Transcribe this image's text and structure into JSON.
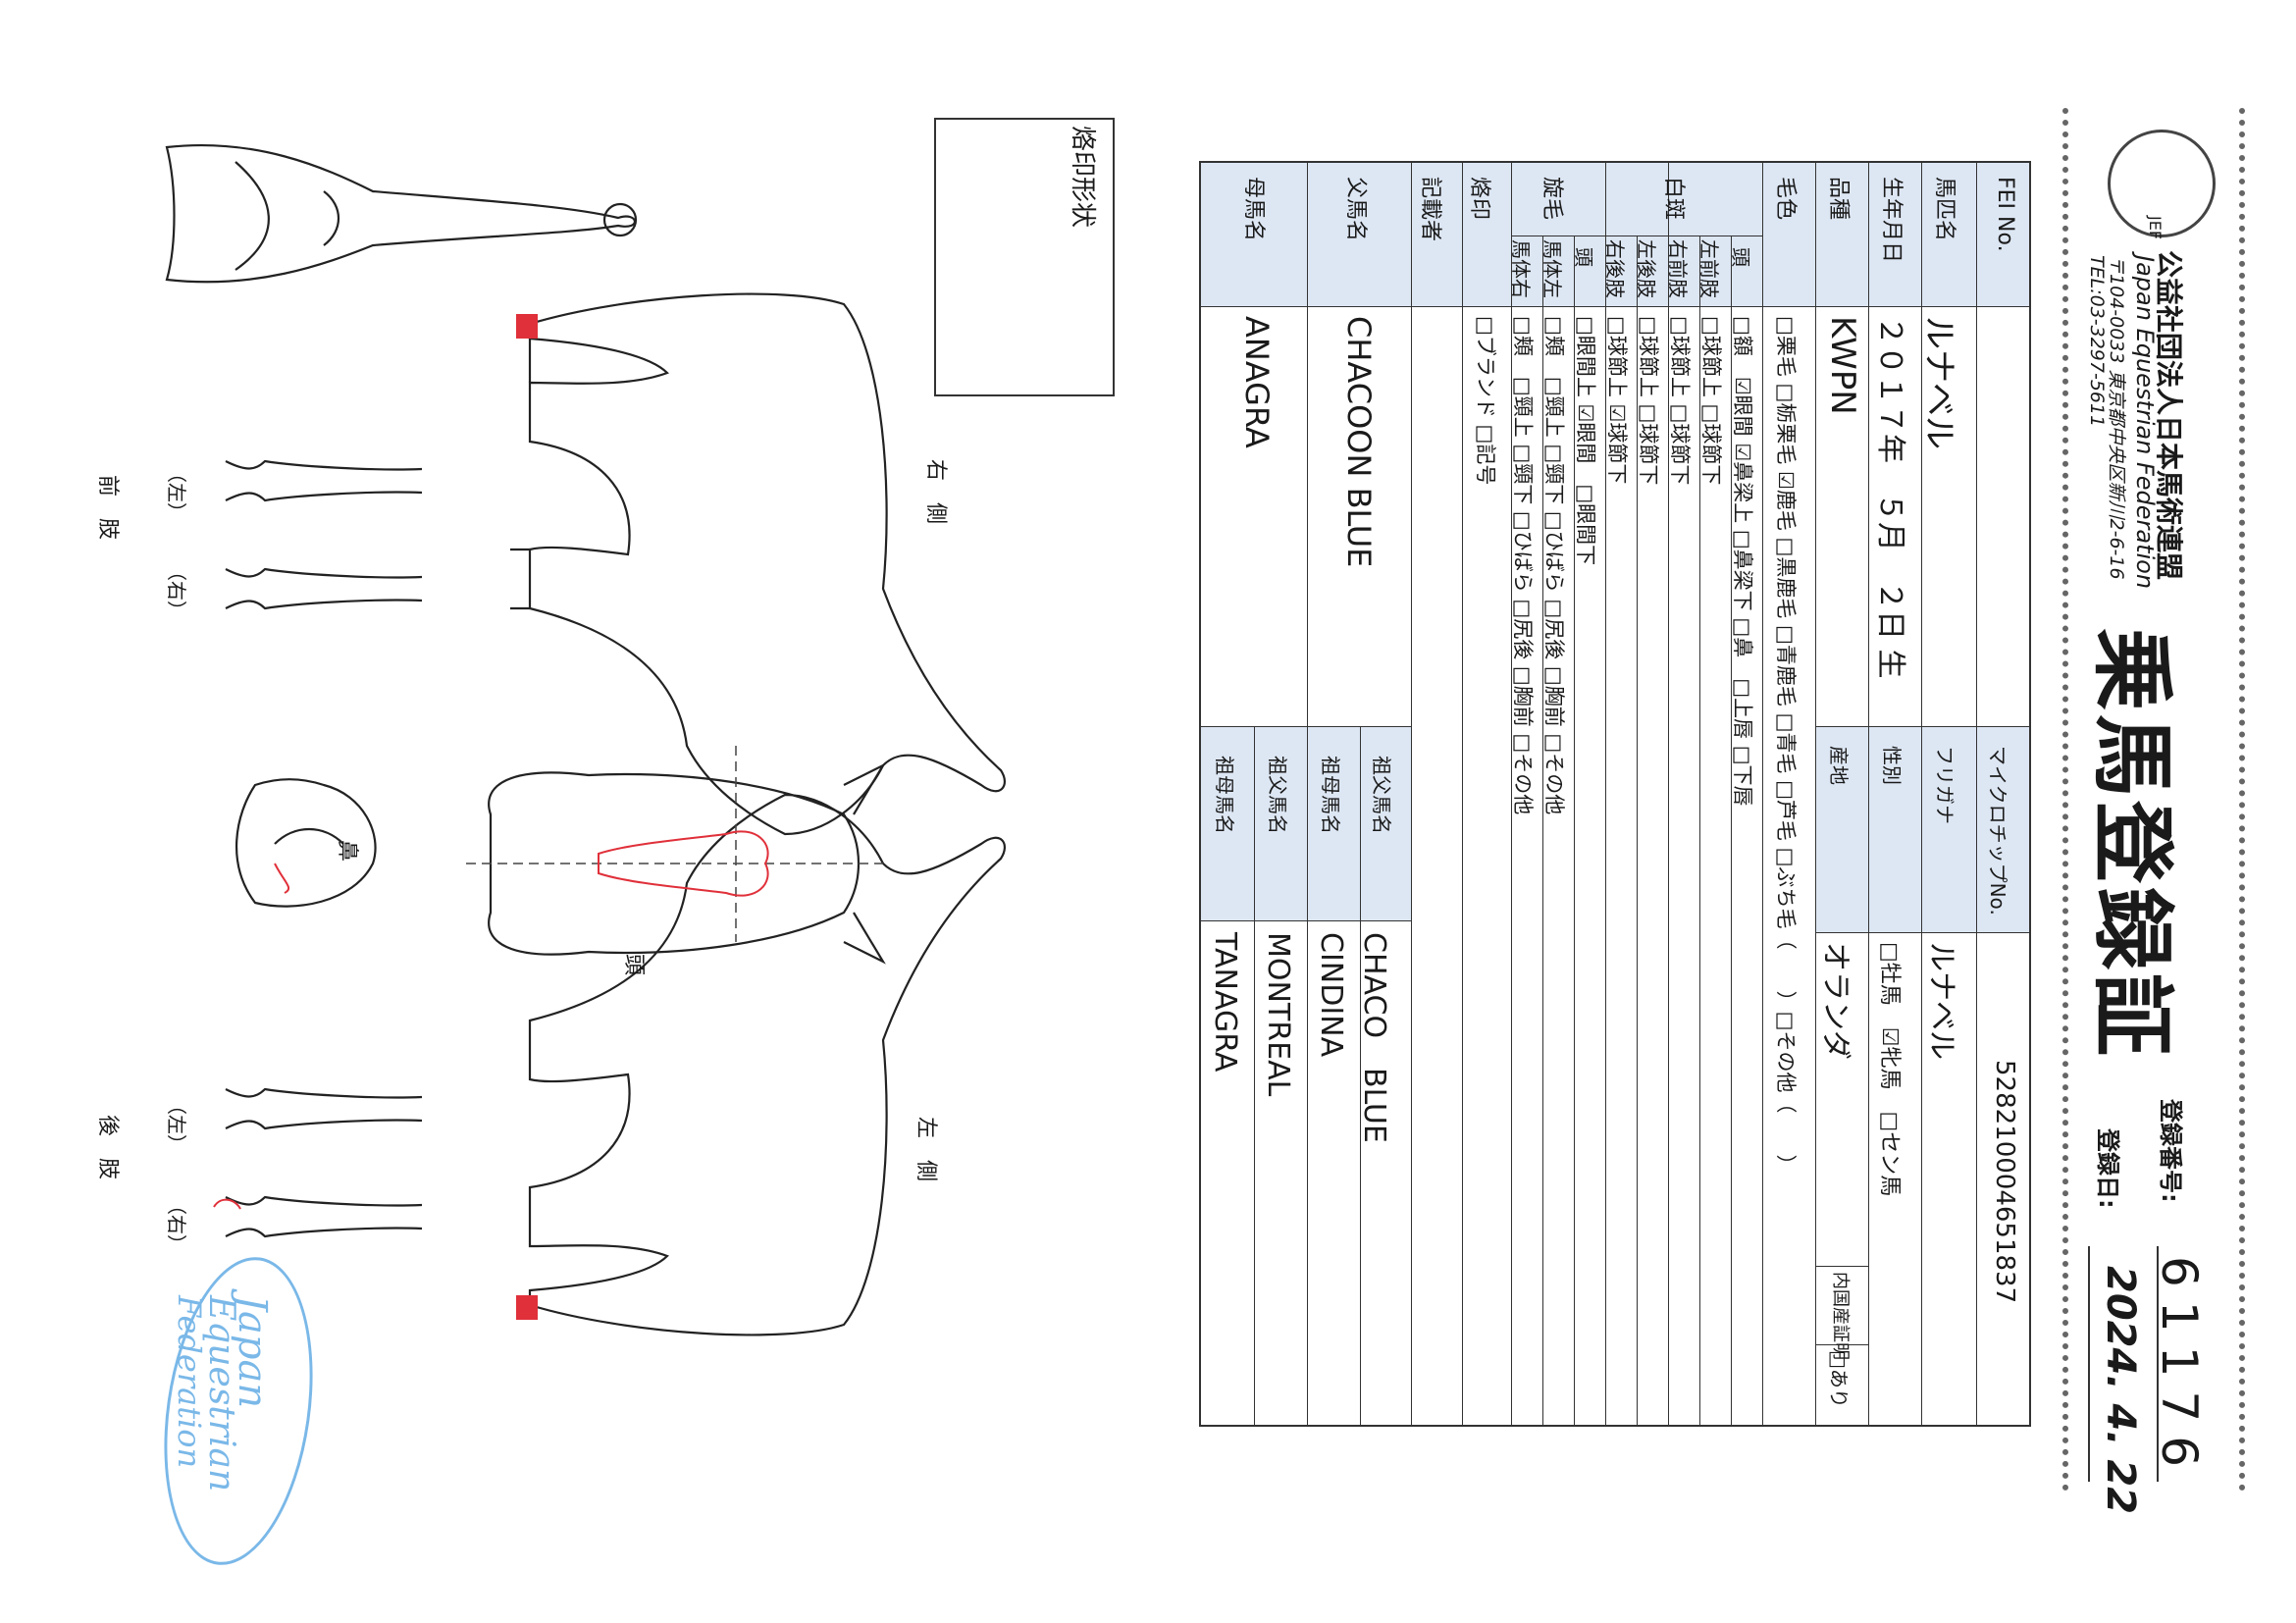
{
  "header": {
    "title": "乗馬登録証",
    "org_jp": "公益社団法人日本馬術連盟",
    "org_en": "Japan Equestrian Federation",
    "address": "〒104-0033 東京都中央区新川2-6-16",
    "tel": "TEL:03-3297-5611",
    "logo_text": "JEF",
    "reg_no_label": "登録番号:",
    "reg_no": "61176",
    "reg_date_label": "登録日:",
    "reg_date": "2024. 4. 22"
  },
  "table": {
    "fei_label": "FEI No.",
    "microchip_label": "マイクロチップNo.",
    "microchip": "528210004651837",
    "name_label": "馬匹名",
    "name": "ルナベル",
    "furigana_label": "フリガナ",
    "furigana": "ルナベル",
    "birth_label": "生年月日",
    "birth": "２０１７年　５月　２日 生",
    "sex_label": "性別",
    "sex_options": "□牡馬　☑牝馬　□セン馬",
    "breed_label": "品種",
    "breed": "KWPN",
    "origin_label": "産地",
    "origin": "オランダ",
    "domestic_label": "内国産証明",
    "domestic_value": "□あり",
    "color_label": "毛色",
    "color_options": "□栗毛 □栃栗毛 ☑鹿毛 □黒鹿毛 □青鹿毛 □青毛 □芦毛 □ぶち毛（　　）□その他（　　）",
    "white_label": "白斑",
    "white_rows": [
      {
        "label": "頭",
        "value": "□額　☑眼間 ☑鼻梁上 □鼻梁下 □鼻　□上唇 □下唇"
      },
      {
        "label": "左前肢",
        "value": "□球節上 □球節下"
      },
      {
        "label": "右前肢",
        "value": "□球節上 □球節下"
      },
      {
        "label": "左後肢",
        "value": "□球節上 □球節下"
      },
      {
        "label": "右後肢",
        "value": "□球節上 ☑球節下"
      }
    ],
    "whorl_label": "旋毛",
    "whorl_rows": [
      {
        "label": "頭",
        "value": "□眼間上 ☑眼間　□眼間下"
      },
      {
        "label": "馬体左",
        "value": "□頬　□頸上 □頸下 □ひばら □尻後 □胸前 □その他"
      },
      {
        "label": "馬体右",
        "value": "□頬　□頸上 □頸下 □ひばら □尻後 □胸前 □その他"
      }
    ],
    "brand_label": "烙印",
    "brand_options": "□ブランド □記号",
    "recorder_label": "記載者",
    "sire_label": "父馬名",
    "sire": "CHACOON BLUE",
    "dam_label": "母馬名",
    "dam": "ANAGRA",
    "gs_label": "祖父馬名",
    "gs1": "CHACO　BLUE",
    "gd_label": "祖母馬名",
    "gd1": "CINDINA",
    "gs2": "MONTREAL",
    "gd2": "TANAGRA"
  },
  "diagram": {
    "brand_shape_label": "烙印形状",
    "right_side_label": "右　側",
    "left_side_label": "左　側",
    "head_label": "頭",
    "nose_label": "鼻",
    "forelimb_label": "前　肢",
    "hindlimb_label": "後　肢",
    "left_paren": "（左）",
    "right_paren": "（右）"
  },
  "stamp": {
    "line1": "Japan",
    "line2": "Equestrian",
    "line3": "Federation"
  },
  "colors": {
    "header_cell": "#dde7f4",
    "marking_red": "#e0303a",
    "stamp_blue": "#7ab8e8"
  }
}
